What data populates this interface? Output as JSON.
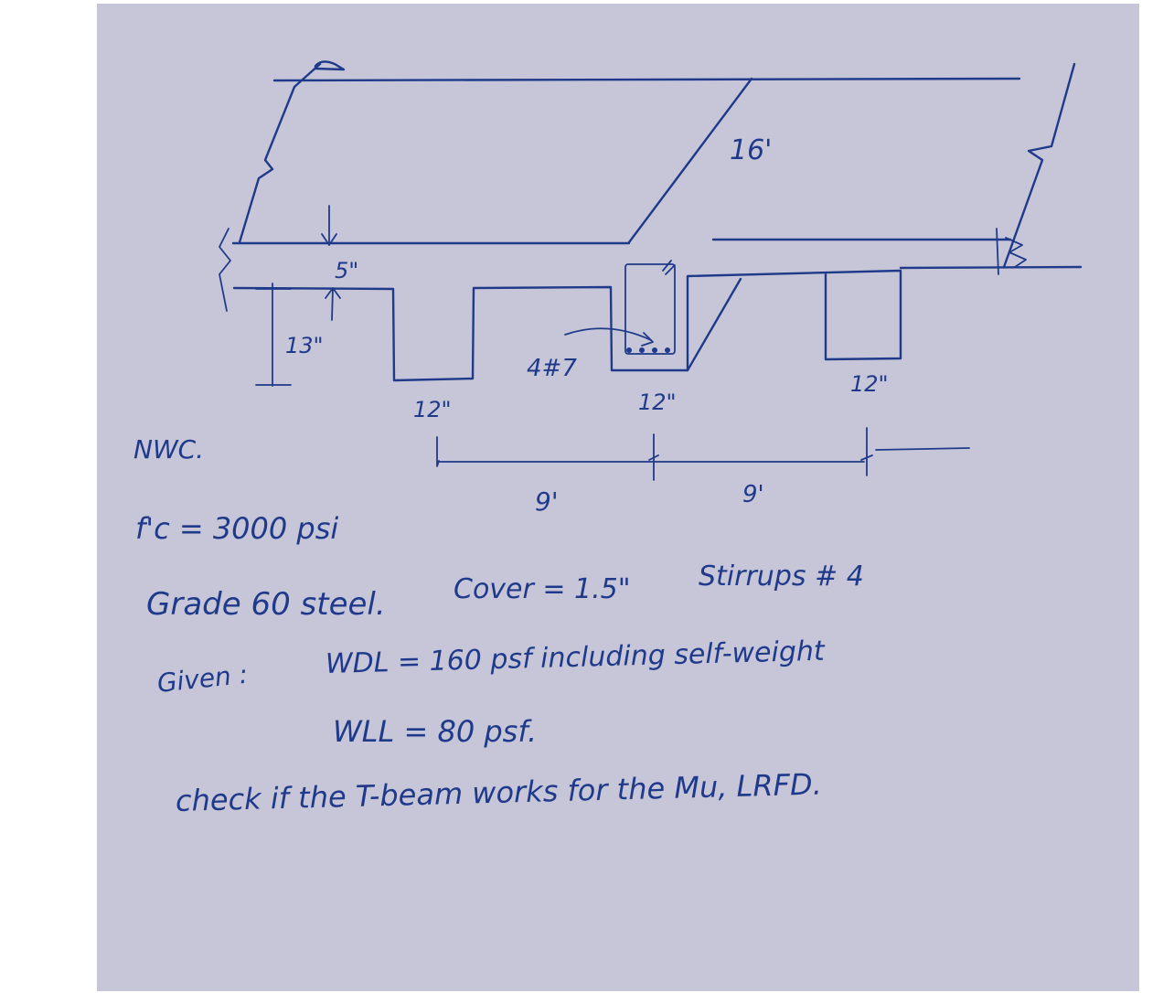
{
  "dimensions": {
    "span": "16'",
    "slab_thickness": "5\"",
    "total_depth": "13\"",
    "web_width_left": "12\"",
    "web_width_center": "12\"",
    "web_width_right": "12\"",
    "spacing_left": "9'",
    "spacing_right": "9'",
    "reinforcement": "4#7"
  },
  "notes": {
    "concrete": "NWC.",
    "fc": "f'c = 3000 psi",
    "steel": "Grade 60 steel.",
    "cover": "Cover = 1.5\"",
    "stirrups": "Stirrups # 4",
    "given_label": "Given :",
    "dead_load": "WDL = 160 psf including self-weight",
    "live_load": "WLL = 80 psf.",
    "task": "check if the T-beam works for the Mu, LRFD."
  }
}
